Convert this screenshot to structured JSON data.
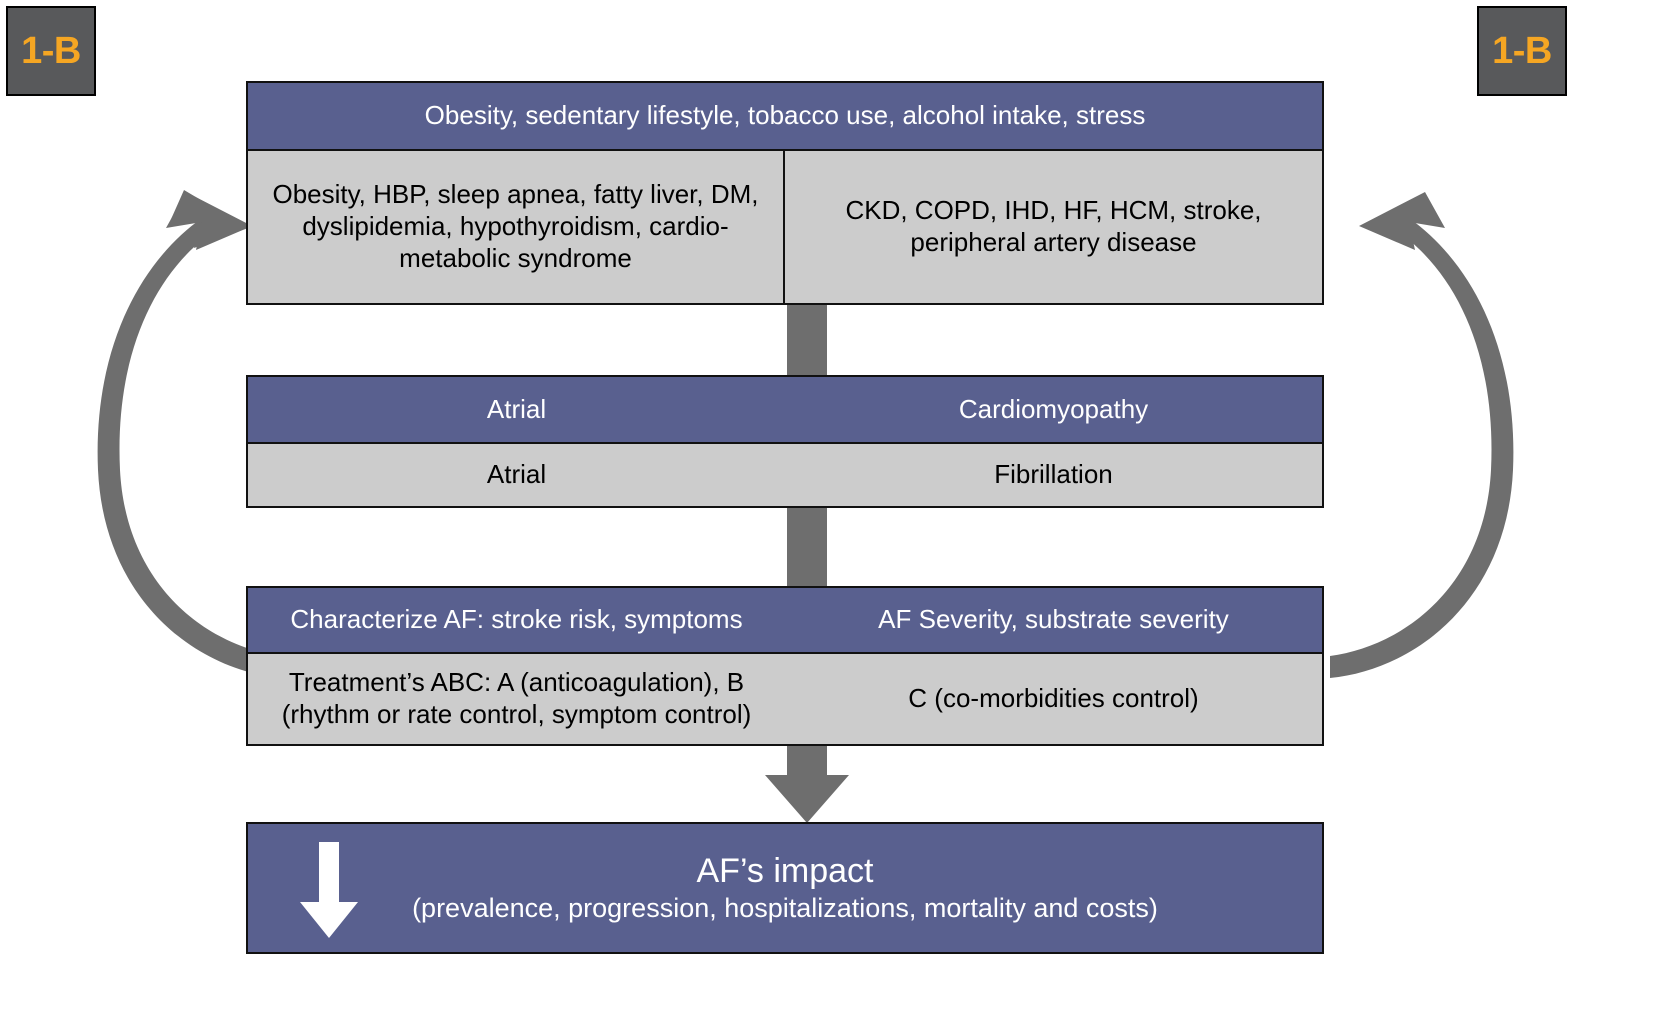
{
  "badges": {
    "top_left": "1-B",
    "top_right": "1-B"
  },
  "colors": {
    "blue_header": "#59608F",
    "gray_body": "#CCCCCC",
    "arrow_gray": "#6E6E6E",
    "badge_background": "#58595B",
    "badge_text": "#F5A623",
    "border": "#111111",
    "white": "#FFFFFF"
  },
  "panels": {
    "risk_factors": {
      "header": "Obesity, sedentary lifestyle, tobacco use, alcohol intake, stress",
      "left_cell": "Obesity, HBP, sleep apnea, fatty liver, DM, dyslipidemia, hypothyroidism, cardio-metabolic syndrome",
      "right_cell": "CKD, COPD, IHD, HF, HCM, stroke, peripheral artery disease"
    },
    "cardiomyopathy": {
      "header_left": "Atrial",
      "header_right": "Cardiomyopathy",
      "body_left": "Atrial",
      "body_right": "Fibrillation"
    },
    "management": {
      "header_left": "Characterize AF: stroke risk, symptoms",
      "header_right": "AF Severity, substrate severity",
      "body_left": "Treatment’s ABC: A (anticoagulation), B (rhythm or rate control, symptom control)",
      "body_right": "C (co-morbidities control)"
    },
    "impact": {
      "title": "AF’s impact",
      "subtitle": "(prevalence, progression, hospitalizations, mortality and costs)"
    }
  },
  "arrows": {
    "left_cycle": "curved-cycle-arrow-left",
    "right_cycle": "curved-cycle-arrow-right",
    "center_flow": "down-arrow-center",
    "impact_marker": "down-arrow-white"
  }
}
